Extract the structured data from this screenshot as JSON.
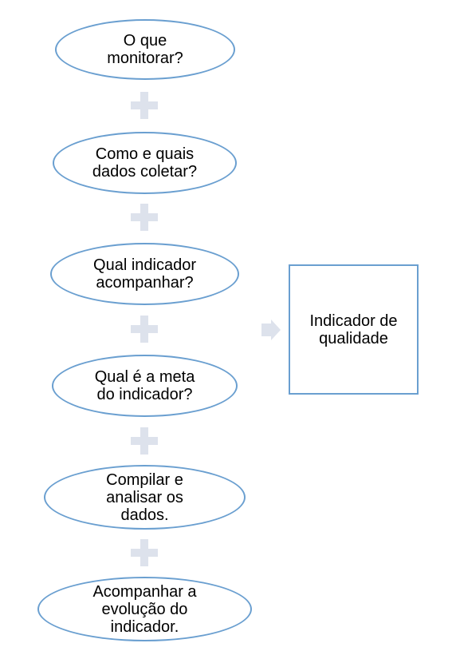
{
  "steps": [
    {
      "label": "O que\nmonitorar?"
    },
    {
      "label": "Como e quais\ndados coletar?"
    },
    {
      "label": "Qual indicador\nacompanhar?"
    },
    {
      "label": "Qual é a meta\ndo indicador?"
    },
    {
      "label": "Compilar e\nanalisar os\ndados."
    },
    {
      "label": "Acompanhar a\nevolução do\nindicador."
    }
  ],
  "result": {
    "label": "Indicador de\nqualidade"
  },
  "colors": {
    "border": "#6a9fd0",
    "connector": "#dde2ec",
    "text": "#000000"
  }
}
